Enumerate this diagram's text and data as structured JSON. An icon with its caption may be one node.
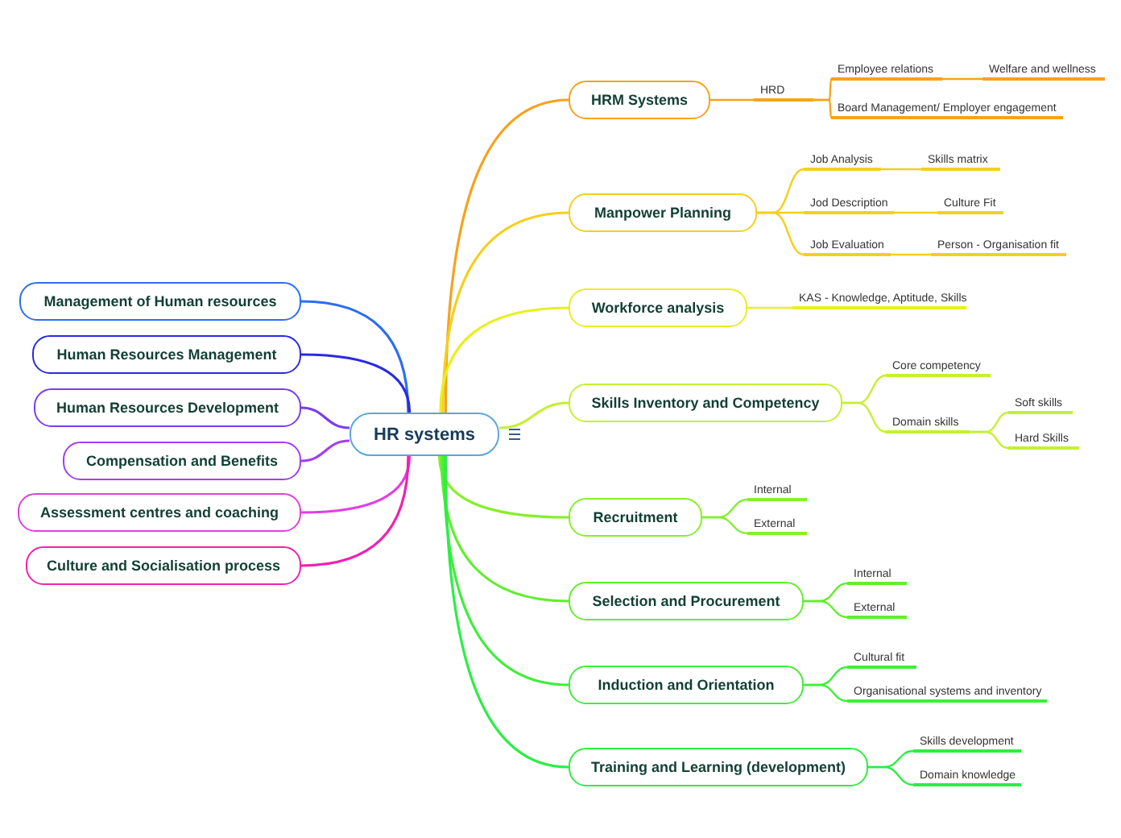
{
  "diagram": {
    "nodes": [
      {
        "text": [
          "HR systems"
        ]
      },
      {
        "text": [
          "HRM Systems"
        ]
      },
      {
        "text": [
          "HRD"
        ]
      },
      {
        "text": [
          "Employee relations"
        ]
      },
      {
        "text": [
          "Welfare and wellness"
        ]
      },
      {
        "text": [
          "Board Management/ Employer engagement"
        ]
      },
      {
        "text": [
          "Manpower Planning"
        ]
      },
      {
        "text": [
          "Job Analysis"
        ]
      },
      {
        "text": [
          "Skills matrix"
        ]
      },
      {
        "text": [
          "Jod Description"
        ]
      },
      {
        "text": [
          "Culture Fit"
        ]
      },
      {
        "text": [
          "Job Evaluation"
        ]
      },
      {
        "text": [
          "Person - Organisation fit"
        ]
      },
      {
        "text": [
          "Workforce analysis"
        ]
      },
      {
        "text": [
          "KAS - Knowledge, Aptitude, Skills"
        ]
      },
      {
        "text": [
          "Skills Inventory and Competency"
        ]
      },
      {
        "text": [
          "Core competency"
        ]
      },
      {
        "text": [
          "Domain skills"
        ]
      },
      {
        "text": [
          "Soft skills"
        ]
      },
      {
        "text": [
          "Hard Skills"
        ]
      },
      {
        "text": [
          "Recruitment"
        ]
      },
      {
        "text": [
          "Internal"
        ]
      },
      {
        "text": [
          "External"
        ]
      },
      {
        "text": [
          "Selection and Procurement"
        ]
      },
      {
        "text": [
          "Internal"
        ]
      },
      {
        "text": [
          "External"
        ]
      },
      {
        "text": [
          "Induction and Orientation"
        ]
      },
      {
        "text": [
          "Cultural fit"
        ]
      },
      {
        "text": [
          "Organisational systems and inventory"
        ]
      },
      {
        "text": [
          "Training and Learning (development)"
        ]
      },
      {
        "text": [
          "Skills development"
        ]
      },
      {
        "text": [
          "Domain knowledge"
        ]
      },
      {
        "text": [
          "Management of Human resources"
        ]
      },
      {
        "text": [
          "Human Resources Management"
        ]
      },
      {
        "text": [
          "Human Resources Development"
        ]
      },
      {
        "text": [
          "Compensation and Benefits"
        ]
      },
      {
        "text": [
          "Assessment centres and coaching"
        ]
      },
      {
        "text": [
          "Culture and Socialisation process"
        ]
      }
    ],
    "edges": [
      {
        "from": 0,
        "to": 1,
        "arrow": "none",
        "color": "#f7a21b"
      },
      {
        "from": 1,
        "to": 2,
        "arrow": "none",
        "color": "#f7a21b"
      },
      {
        "from": 2,
        "to": 3,
        "arrow": "none",
        "color": "#f7a21b"
      },
      {
        "from": 3,
        "to": 4,
        "arrow": "none",
        "color": "#f7a21b"
      },
      {
        "from": 2,
        "to": 5,
        "arrow": "none",
        "color": "#f7a21b"
      },
      {
        "from": 0,
        "to": 6,
        "arrow": "none",
        "color": "#f5cf1e"
      },
      {
        "from": 6,
        "to": 7,
        "arrow": "none",
        "color": "#f5cf1e"
      },
      {
        "from": 7,
        "to": 8,
        "arrow": "none",
        "color": "#f5cf1e"
      },
      {
        "from": 6,
        "to": 9,
        "arrow": "none",
        "color": "#f5cf1e"
      },
      {
        "from": 9,
        "to": 10,
        "arrow": "none",
        "color": "#f5cf1e"
      },
      {
        "from": 6,
        "to": 11,
        "arrow": "none",
        "color": "#f5cf1e"
      },
      {
        "from": 11,
        "to": 12,
        "arrow": "none",
        "color": "#f5cf1e"
      },
      {
        "from": 0,
        "to": 13,
        "arrow": "none",
        "color": "#e8f01e"
      },
      {
        "from": 13,
        "to": 14,
        "arrow": "none",
        "color": "#e8f01e"
      },
      {
        "from": 0,
        "to": 15,
        "arrow": "none",
        "color": "#c4f032"
      },
      {
        "from": 15,
        "to": 16,
        "arrow": "none",
        "color": "#c4f032"
      },
      {
        "from": 15,
        "to": 17,
        "arrow": "none",
        "color": "#c4f032"
      },
      {
        "from": 17,
        "to": 18,
        "arrow": "none",
        "color": "#c4f032"
      },
      {
        "from": 17,
        "to": 19,
        "arrow": "none",
        "color": "#c4f032"
      },
      {
        "from": 0,
        "to": 20,
        "arrow": "none",
        "color": "#84f02a"
      },
      {
        "from": 20,
        "to": 21,
        "arrow": "none",
        "color": "#84f02a"
      },
      {
        "from": 20,
        "to": 22,
        "arrow": "none",
        "color": "#84f02a"
      },
      {
        "from": 0,
        "to": 23,
        "arrow": "none",
        "color": "#62ee2e"
      },
      {
        "from": 23,
        "to": 24,
        "arrow": "none",
        "color": "#62ee2e"
      },
      {
        "from": 23,
        "to": 25,
        "arrow": "none",
        "color": "#62ee2e"
      },
      {
        "from": 0,
        "to": 26,
        "arrow": "none",
        "color": "#40ee3a"
      },
      {
        "from": 26,
        "to": 27,
        "arrow": "none",
        "color": "#40ee3a"
      },
      {
        "from": 26,
        "to": 28,
        "arrow": "none",
        "color": "#40ee3a"
      },
      {
        "from": 0,
        "to": 29,
        "arrow": "none",
        "color": "#2cee44"
      },
      {
        "from": 29,
        "to": 30,
        "arrow": "none",
        "color": "#2cee44"
      },
      {
        "from": 29,
        "to": 31,
        "arrow": "none",
        "color": "#2cee44"
      },
      {
        "from": 0,
        "to": 32,
        "arrow": "none",
        "color": "#2a6ef2"
      },
      {
        "from": 0,
        "to": 33,
        "arrow": "none",
        "color": "#2a2ae0"
      },
      {
        "from": 0,
        "to": 34,
        "arrow": "none",
        "color": "#7a3cf0"
      },
      {
        "from": 0,
        "to": 35,
        "arrow": "none",
        "color": "#a43ef0"
      },
      {
        "from": 0,
        "to": 36,
        "arrow": "none",
        "color": "#e23ee2"
      },
      {
        "from": 0,
        "to": 37,
        "arrow": "none",
        "color": "#f220b0"
      }
    ]
  }
}
